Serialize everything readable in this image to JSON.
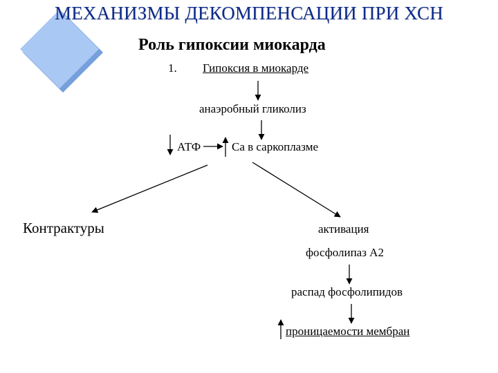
{
  "slide": {
    "title": "МЕХАНИЗМЫ ДЕКОМПЕНСАЦИИ ПРИ ХСН",
    "subtitle": "Роль гипоксии миокарда",
    "list_number": "1.",
    "accent_color": "#0b2a8a",
    "diamond_colors": [
      "#5d8fd6",
      "#aac8f4"
    ]
  },
  "diagram": {
    "hypoxia": "Гипоксия в миокарде",
    "glycolysis": "анаэробный гликолиз",
    "atp": "АТФ",
    "calcium": "Са в саркоплазме",
    "contractures": "Контрактуры",
    "activation": "активация",
    "phospholipase": "фосфолипаз А2",
    "breakdown": "распад фосфолипидов",
    "permeability": "проницаемости мембран"
  }
}
